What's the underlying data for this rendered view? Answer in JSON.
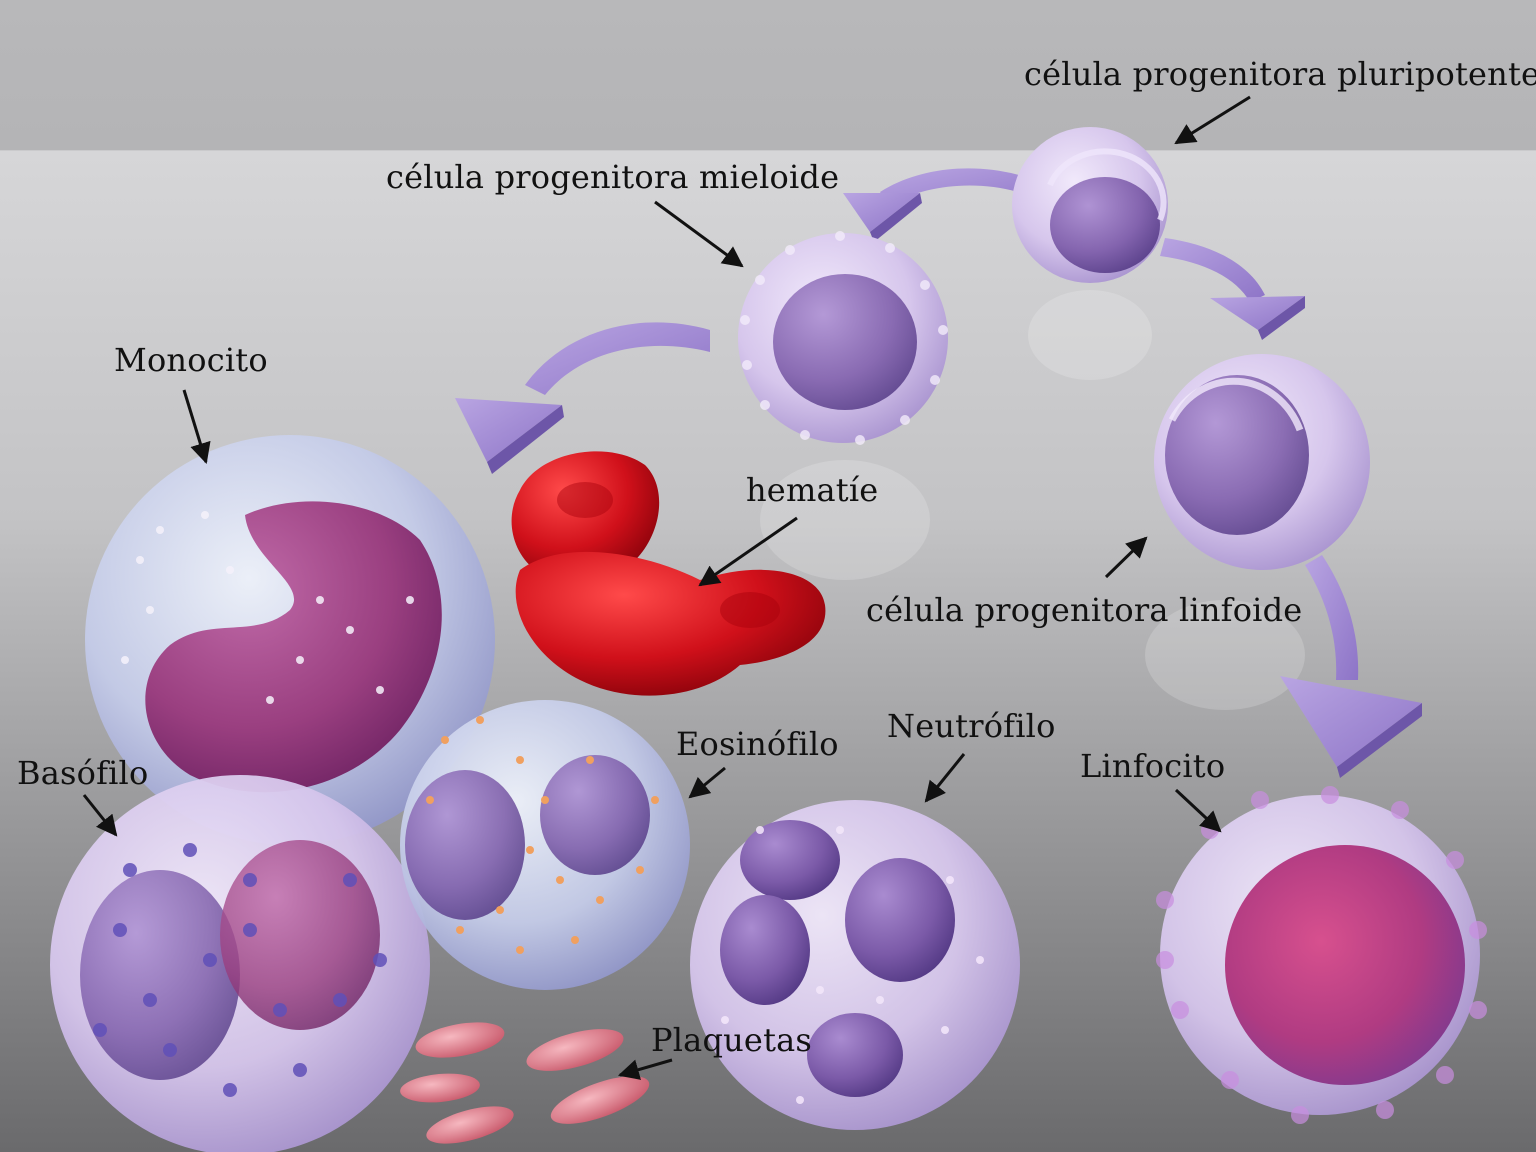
{
  "labels": {
    "pluripotente": "célula progenitora pluripotente",
    "mieloide": "célula progenitora mieloide",
    "linfoide": "célula progenitora linfoide",
    "monocito": "Monocito",
    "hematie": "hematíe",
    "basofilo": "Basófilo",
    "eosinofilo": "Eosinófilo",
    "neutrofilo": "Neutrófilo",
    "linfocito": "Linfocito",
    "plaquetas": "Plaquetas"
  },
  "colors": {
    "background_top": "#bdbdbf",
    "background_bottom": "#6e6e70",
    "cell_membrane": "#d9c8ee",
    "nucleus": "#7d5aa8",
    "flow_arrow": "#a78fd6",
    "red_cell": "#d0101a",
    "platelet": "#e3808c",
    "eosinophil_granule": "#f0a060",
    "label_text": "#111111"
  }
}
